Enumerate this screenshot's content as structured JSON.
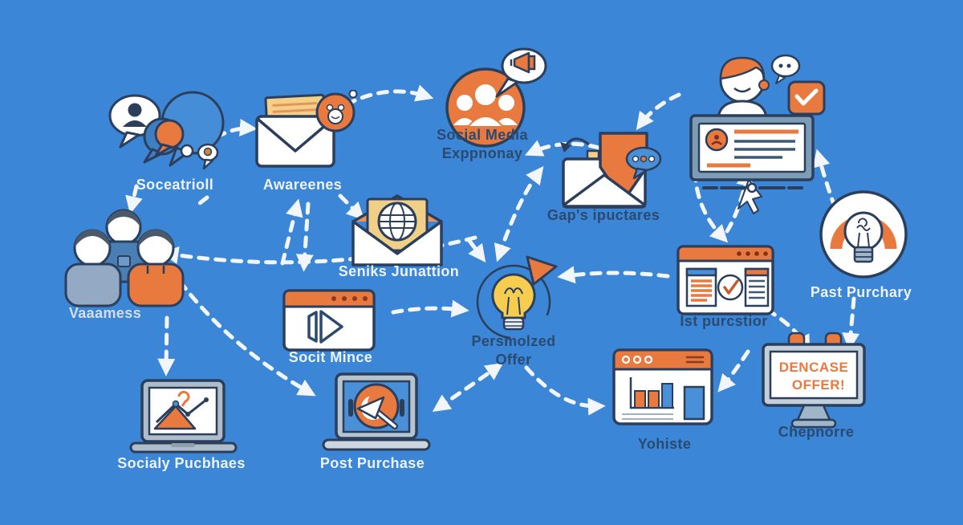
{
  "diagram_title": "marketing-funnel-flow",
  "colors": {
    "background": "#3b86d6",
    "outline": "#2b3f5c",
    "accent_orange": "#e8793f",
    "tan": "#f2d089",
    "bulb_yellow": "#f6cd4e",
    "light_blue": "#4a90d9",
    "label_light": "#eef3f8",
    "label_dark": "#2b4a70",
    "arrow": "#f2f6fa"
  },
  "icons": [
    "chat-bubbles-icon",
    "email-badge-icon",
    "social-media-group-icon",
    "inbox-arrow-icon",
    "support-monitor-icon",
    "newsletter-globe-icon",
    "audience-group-icon",
    "video-player-icon",
    "idea-offer-icon",
    "checkout-browser-icon",
    "lightbulb-badge-icon",
    "laptop-analytics-icon",
    "laptop-target-icon",
    "website-chart-icon",
    "promo-monitor-icon"
  ],
  "nodes": {
    "chat": {
      "label": "Soceatrioll"
    },
    "email": {
      "label": "Awareenes"
    },
    "social": {
      "label1": "Social Media",
      "label2": "Exppnonay"
    },
    "inbox": {
      "label": "Gap's ipuctares"
    },
    "newsletter": {
      "label": "Seniks Junattion"
    },
    "audience": {
      "label": "Vaaamess"
    },
    "video": {
      "label": "Socit Mince"
    },
    "offer": {
      "label1": "Persmolzed",
      "label2": "Offer"
    },
    "first_purchase": {
      "label": "Ist purcstior"
    },
    "past_purchase": {
      "label": "Past Purchary"
    },
    "social_analytics": {
      "label": "Socialy Pucbhaes"
    },
    "post_purchase": {
      "label": "Post Purchase"
    },
    "website": {
      "label": "Yohiste"
    },
    "promo": {
      "label": "Chepnorre",
      "screen_line1": "DENCASE",
      "screen_line2": "OFFER!"
    }
  }
}
